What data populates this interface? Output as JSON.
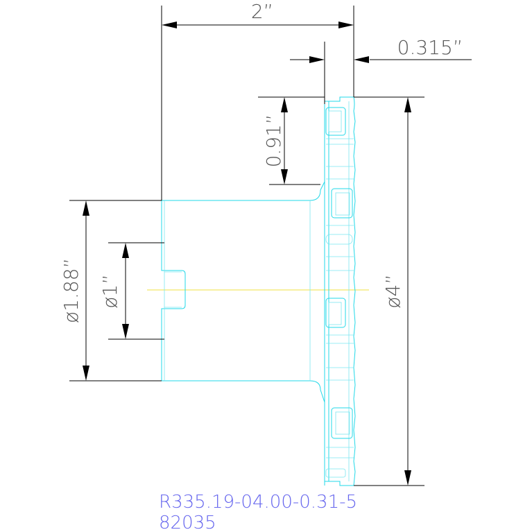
{
  "dimensions": {
    "width_total": "2”",
    "insert_width": "0.315”",
    "shoulder_height": "0.91”",
    "hub_diameter": "ø1.88”",
    "bore_diameter": "ø1”",
    "cutter_diameter": "ø4”"
  },
  "part_label": {
    "line1": "R335.19-04.00-0.31-5",
    "line2": "82035"
  },
  "colors": {
    "part_outline": "#22d8e8",
    "dimension_lines": "#000000",
    "center_axis": "#f0e040",
    "label": "#6666ee"
  }
}
